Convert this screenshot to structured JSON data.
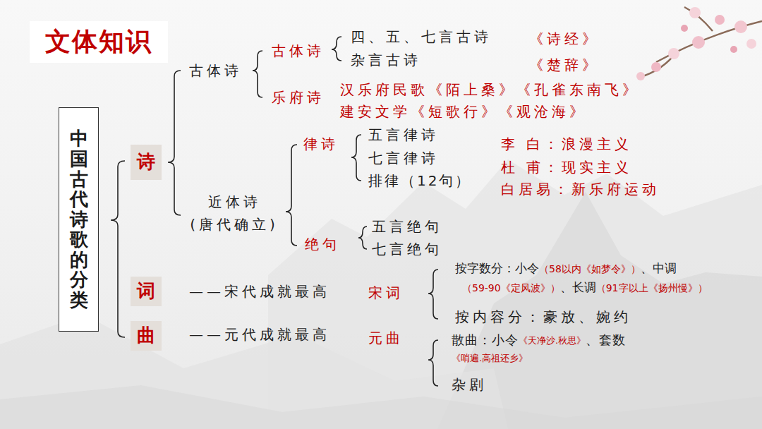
{
  "diagram": {
    "title": "文体知识",
    "nodes": [
      {
        "text": [
          "中国古代诗歌的分类"
        ]
      },
      {
        "text": [
          "诗"
        ]
      },
      {
        "text": [
          "词"
        ]
      },
      {
        "text": [
          "曲"
        ]
      }
    ],
    "labels": [
      "古体诗",
      "古体诗",
      "四、五、七言古诗",
      "《诗经》",
      "杂言古诗",
      "《楚辞》",
      "乐府诗",
      "汉乐府民歌《陌上桑》《孔雀东南飞》",
      "建安文学《短歌行》《观沧海》",
      "近体诗 (唐代确立)",
      "律诗",
      "五言律诗",
      "七言律诗",
      "排律（12句）",
      "李 白：浪漫主义",
      "杜 甫：现实主义",
      "白居易：新乐府运动",
      "绝句",
      "五言绝句",
      "七言绝句",
      "——宋代成就最高",
      "宋词",
      "按字数分：小令",
      "（58以内《如梦令》）",
      "、中调",
      "（59-90《定风波》）",
      "、长调",
      "（91字以上《扬州慢》）",
      "按内容分：豪放、婉约",
      "——元代成就最高",
      "元曲",
      "散曲：小令",
      "《天净沙.秋思》",
      "、套数",
      "《哨遍.高祖还乡》",
      "杂剧"
    ]
  }
}
